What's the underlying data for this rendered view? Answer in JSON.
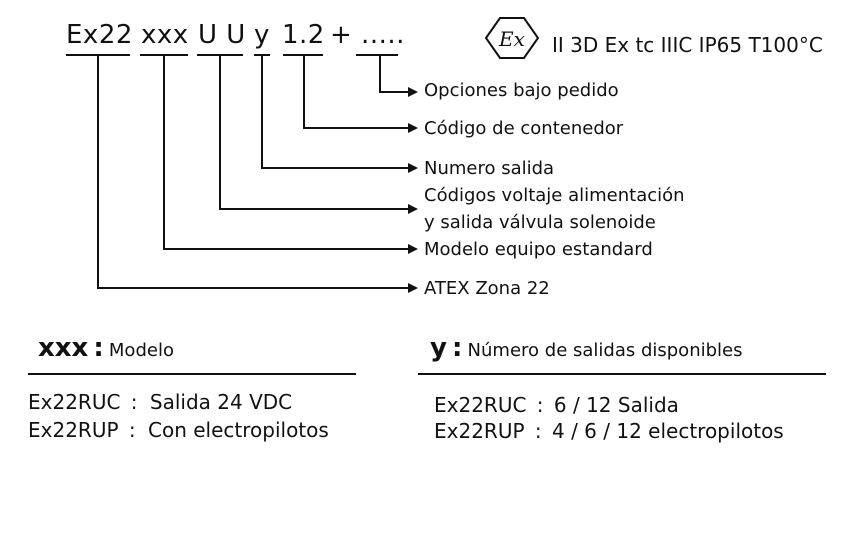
{
  "code": {
    "prefix": "Ex22",
    "model": "xxx",
    "voltage": "U U",
    "outputs": "y",
    "container": "1.2",
    "options": "+ ....."
  },
  "certification": {
    "ex_symbol": "Ex",
    "text": "II 3D Ex tc IIIC IP65 T100°C"
  },
  "labels": [
    "Opciones bajo pedido",
    "Código de contenedor",
    "Numero salida",
    "Códigos voltaje alimentación",
    "y salida válvula solenoide",
    "Modelo equipo estandard",
    "ATEX Zona 22"
  ],
  "model_section": {
    "key": "xxx",
    "separator": ":",
    "title": "Modelo",
    "rows": [
      {
        "code": "Ex22RUC",
        "sep": ":",
        "desc": "Salida 24 VDC"
      },
      {
        "code": "Ex22RUP",
        "sep": ":",
        "desc": "Con electropilotos"
      }
    ]
  },
  "outputs_section": {
    "key": "y",
    "separator": ":",
    "title": "Número de salidas disponibles",
    "rows": [
      {
        "code": "Ex22RUC",
        "sep": ":",
        "desc": "6 / 12 Salida"
      },
      {
        "code": "Ex22RUP",
        "sep": ":",
        "desc": "4 / 6 / 12 electropilotos"
      }
    ]
  },
  "colors": {
    "ink": "#111111",
    "background": "#ffffff"
  }
}
